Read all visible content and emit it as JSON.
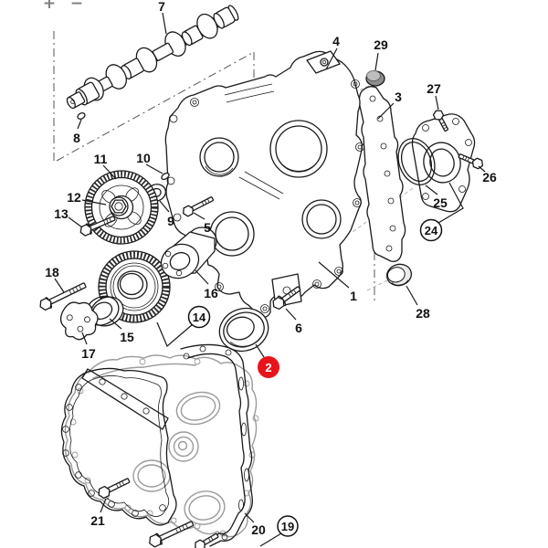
{
  "viewer": {
    "zoom_in_label": "+",
    "zoom_out_label": "−"
  },
  "diagram": {
    "type": "exploded-parts-diagram",
    "subject": "engine timing case, gear train and front cover",
    "background_color": "#ffffff",
    "line_color": "#1a1a1a",
    "secondary_line_color": "#9a9a9a",
    "highlight_color": "#e8141c",
    "callouts": [
      {
        "label": "7",
        "style": "plain"
      },
      {
        "label": "8",
        "style": "plain"
      },
      {
        "label": "11",
        "style": "plain"
      },
      {
        "label": "10",
        "style": "plain"
      },
      {
        "label": "12",
        "style": "plain"
      },
      {
        "label": "13",
        "style": "plain"
      },
      {
        "label": "9",
        "style": "plain"
      },
      {
        "label": "5",
        "style": "plain"
      },
      {
        "label": "18",
        "style": "plain"
      },
      {
        "label": "16",
        "style": "plain"
      },
      {
        "label": "15",
        "style": "plain"
      },
      {
        "label": "17",
        "style": "plain"
      },
      {
        "label": "14",
        "style": "circled"
      },
      {
        "label": "2",
        "style": "highlighted"
      },
      {
        "label": "6",
        "style": "plain"
      },
      {
        "label": "1",
        "style": "plain"
      },
      {
        "label": "4",
        "style": "plain"
      },
      {
        "label": "29",
        "style": "plain"
      },
      {
        "label": "3",
        "style": "plain"
      },
      {
        "label": "27",
        "style": "plain"
      },
      {
        "label": "26",
        "style": "plain"
      },
      {
        "label": "25",
        "style": "plain"
      },
      {
        "label": "24",
        "style": "circled"
      },
      {
        "label": "28",
        "style": "plain"
      },
      {
        "label": "21",
        "style": "plain"
      },
      {
        "label": "20",
        "style": "plain"
      },
      {
        "label": "19",
        "style": "circled"
      }
    ]
  }
}
